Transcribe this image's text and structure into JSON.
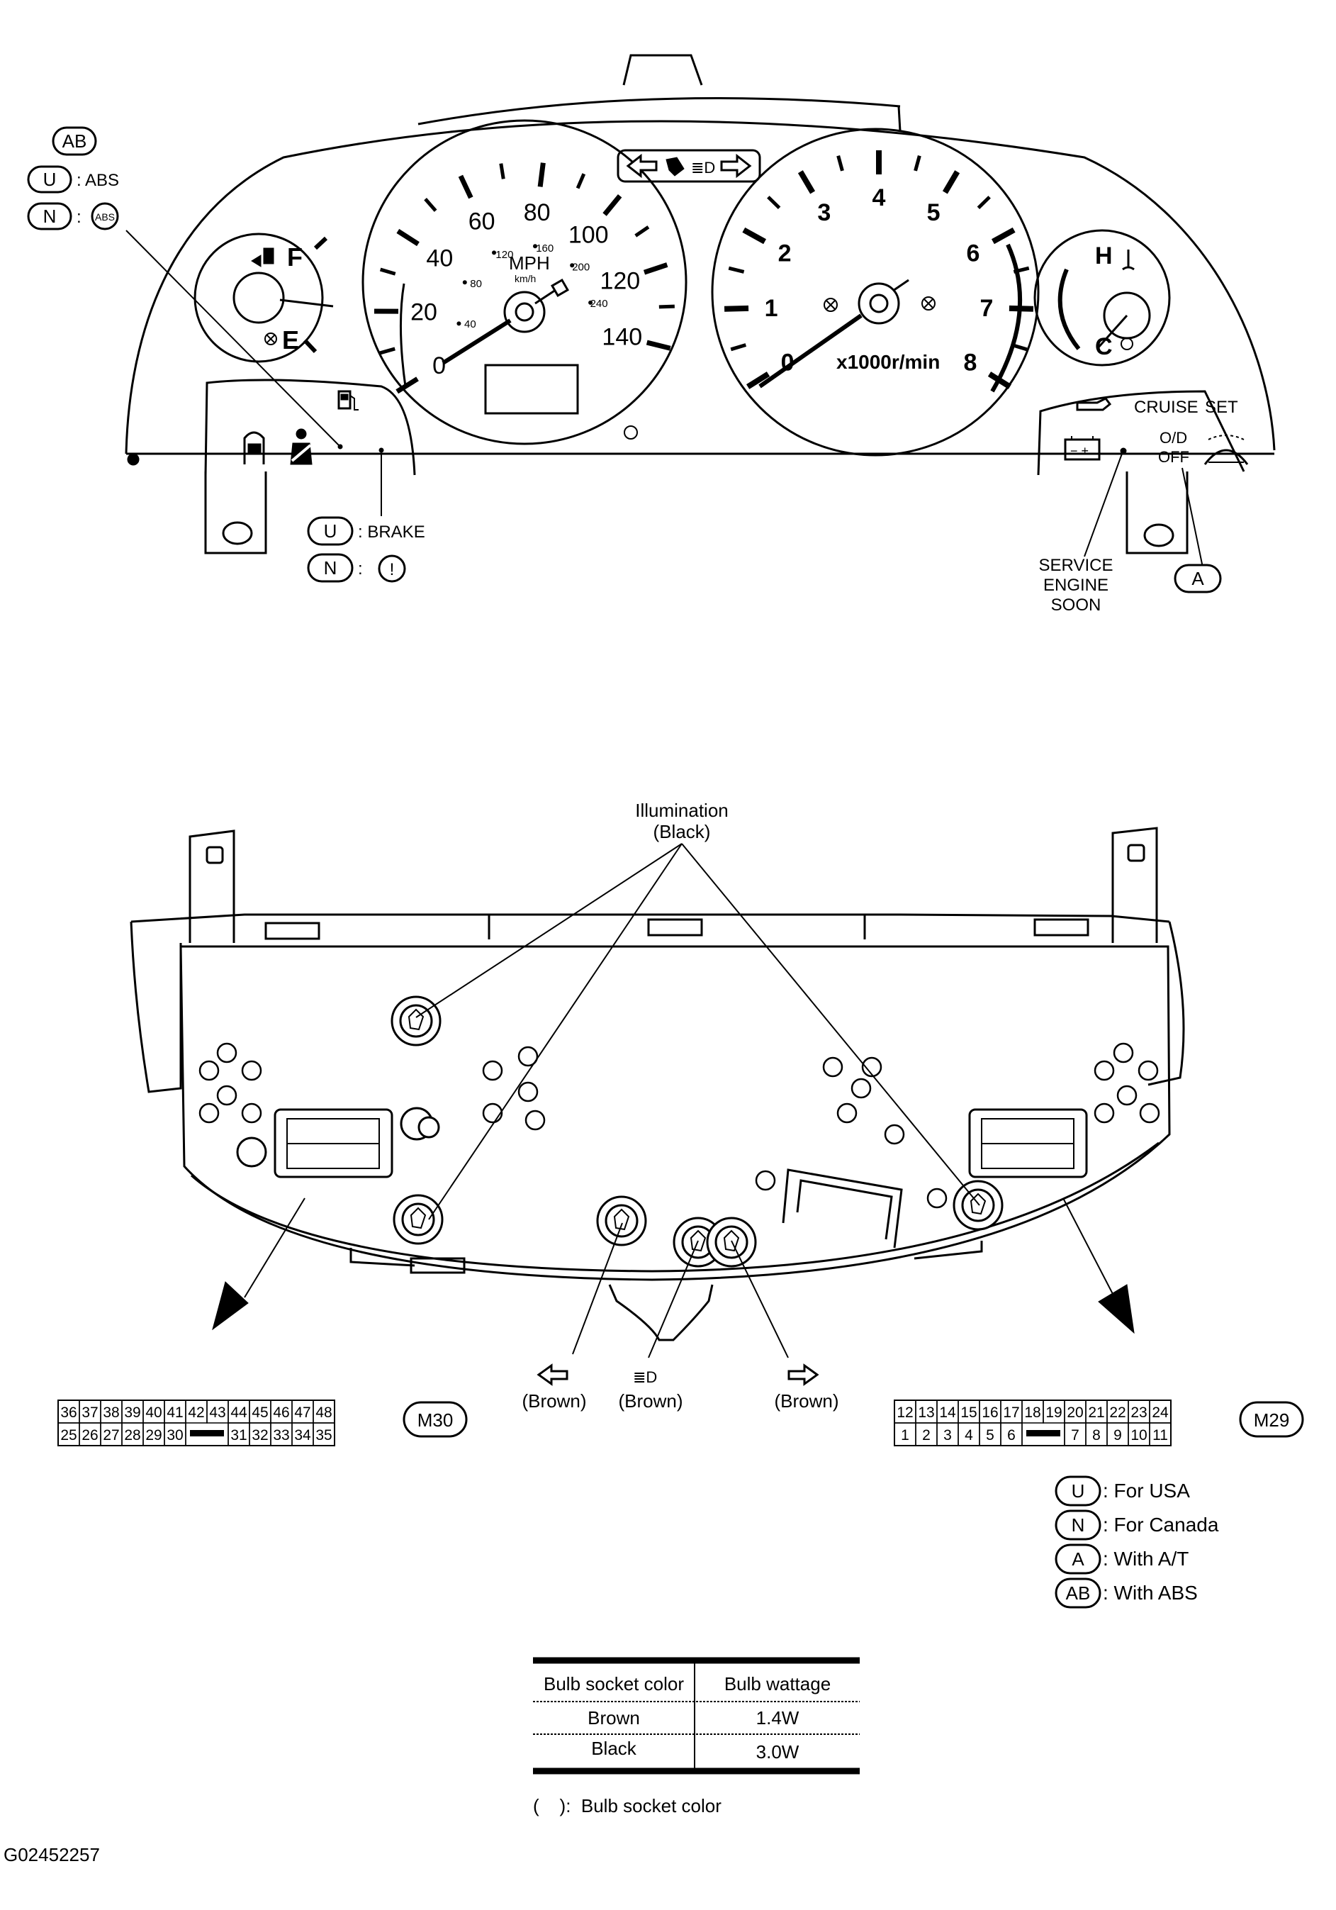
{
  "callouts": {
    "ab_badge": "AB",
    "u_abs_badge": "U",
    "u_abs_text": ": ABS",
    "n_abs_badge": "N",
    "n_abs_text": ":",
    "abs_icon_text": "ABS",
    "u_brake_badge": "U",
    "u_brake_text": ": BRAKE",
    "n_brake_badge": "N",
    "n_brake_text": ":",
    "brake_icon_text": "!",
    "service_engine_soon": [
      "SERVICE",
      "ENGINE",
      "SOON"
    ],
    "a_badge": "A"
  },
  "speedometer": {
    "mph_ticks": [
      "0",
      "20",
      "40",
      "60",
      "80",
      "100",
      "120",
      "140"
    ],
    "kmh_ticks": [
      "40",
      "80",
      "120",
      "160",
      "200",
      "240"
    ],
    "unit_mph": "MPH",
    "unit_kmh": "km/h"
  },
  "tachometer": {
    "ticks": [
      "0",
      "1",
      "2",
      "3",
      "4",
      "5",
      "6",
      "7",
      "8"
    ],
    "unit": "x1000r/min"
  },
  "fuel_gauge": {
    "full": "F",
    "empty": "E"
  },
  "temp_gauge": {
    "hot": "H",
    "cold": "C"
  },
  "indicators": {
    "cruise": "CRUISE",
    "set": "SET",
    "od_off": [
      "O/D",
      "OFF"
    ]
  },
  "rear_view": {
    "illumination_label": [
      "Illumination",
      "(Black)"
    ],
    "turn_left_label": "(Brown)",
    "high_beam_label": "(Brown)",
    "turn_right_label": "(Brown)"
  },
  "connectors": {
    "m30": {
      "name": "M30",
      "top_row": [
        "36",
        "37",
        "38",
        "39",
        "40",
        "41",
        "42",
        "43",
        "44",
        "45",
        "46",
        "47",
        "48"
      ],
      "bottom_row": [
        "25",
        "26",
        "27",
        "28",
        "29",
        "30",
        "",
        "",
        "31",
        "32",
        "33",
        "34",
        "35"
      ]
    },
    "m29": {
      "name": "M29",
      "top_row": [
        "12",
        "13",
        "14",
        "15",
        "16",
        "17",
        "18",
        "19",
        "20",
        "21",
        "22",
        "23",
        "24"
      ],
      "bottom_row": [
        "1",
        "2",
        "3",
        "4",
        "5",
        "6",
        "",
        "",
        "7",
        "8",
        "9",
        "10",
        "11"
      ]
    }
  },
  "legend": [
    {
      "badge": "U",
      "text": ": For USA"
    },
    {
      "badge": "N",
      "text": ": For Canada"
    },
    {
      "badge": "A",
      "text": ": With A/T"
    },
    {
      "badge": "AB",
      "text": ": With ABS"
    }
  ],
  "bulb_table": {
    "headers": [
      "Bulb socket color",
      "Bulb wattage"
    ],
    "rows": [
      [
        "Brown",
        "1.4W"
      ],
      [
        "Black",
        "3.0W"
      ]
    ]
  },
  "note": "(    ):  Bulb socket color",
  "figure_id": "G02452257"
}
